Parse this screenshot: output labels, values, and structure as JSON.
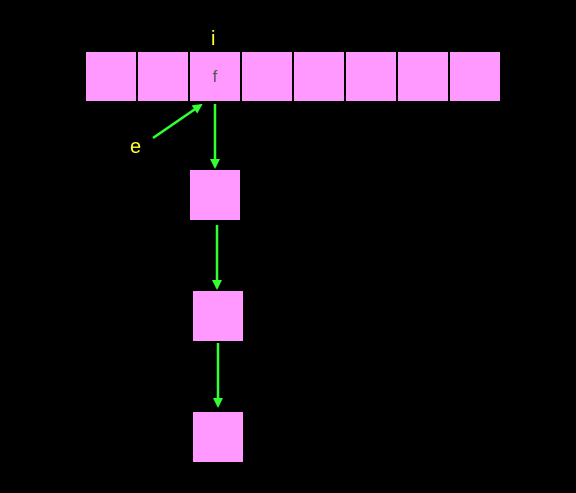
{
  "labels": {
    "top_index": "i",
    "pointer": "e",
    "cell_text": "f"
  },
  "colors": {
    "background": "#000000",
    "box_fill": "#ff99ff",
    "arrow": "#33ff33",
    "label": "#ffff33",
    "cell_text": "#555555"
  }
}
